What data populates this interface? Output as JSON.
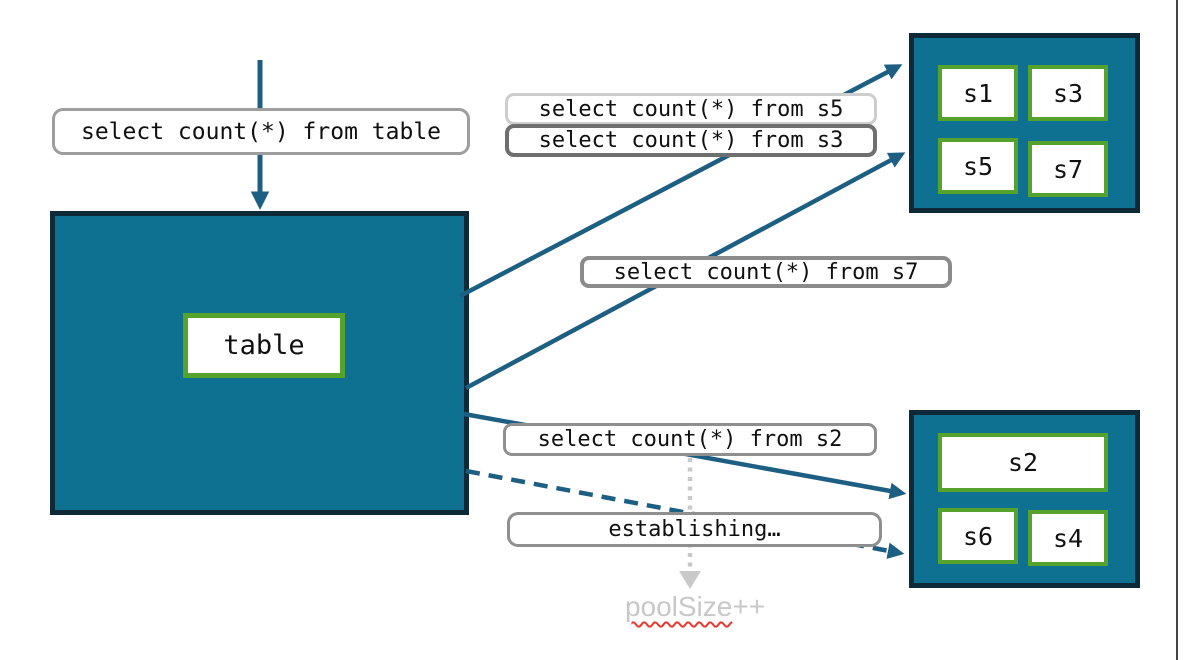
{
  "diagram": {
    "table_box": {
      "label": "table"
    },
    "top_box": {
      "shards": [
        "s1",
        "s3",
        "s5",
        "s7"
      ]
    },
    "bottom_box": {
      "shards": [
        "s2",
        "s6",
        "s4"
      ]
    },
    "queries": {
      "table": "select count(*) from table",
      "s5": "select count(*) from s5",
      "s3": "select count(*) from s3",
      "s7": "select count(*) from s7",
      "s2": "select count(*) from s2",
      "establishing": "establishing…"
    },
    "pool": {
      "word": "poolSize",
      "suffix": "++"
    },
    "colors": {
      "box_teal": "#0f7191",
      "box_border_navy": "#0e2a38",
      "shard_border_green": "#55a32c",
      "arrow_blue": "#1d5f82",
      "label_border_gray": "#8f8f8f",
      "muted_gray": "#c8c8c8",
      "spellcheck_red": "#e8392e"
    }
  }
}
